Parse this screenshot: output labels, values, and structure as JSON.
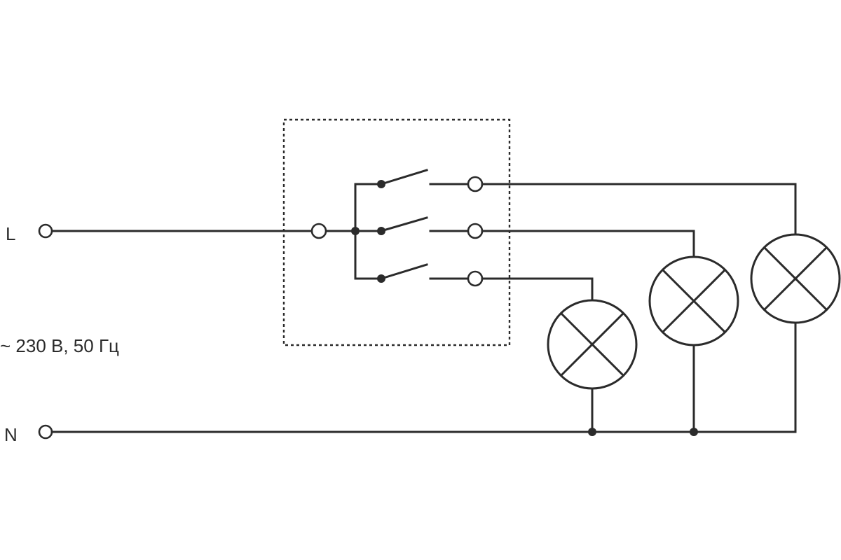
{
  "labels": {
    "line": "L",
    "neutral": "N",
    "supply": "~ 230 В, 50 Гц"
  },
  "components": {
    "switch_poles": 3,
    "lamps": 3
  }
}
